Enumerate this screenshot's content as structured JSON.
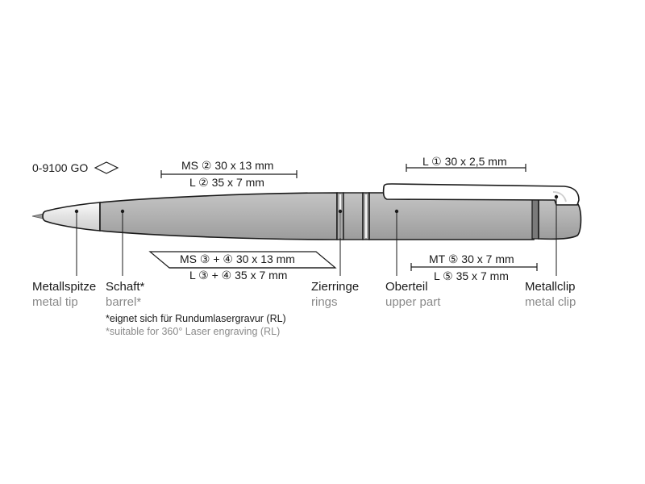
{
  "model": "0-9100 GO",
  "symbols": {
    "diamond": "diamond-icon"
  },
  "dimensions": {
    "clip_top": "L ① 30 x 2,5 mm",
    "barrel_ms_top": "MS ② 30 x 13 mm",
    "barrel_l_top": "L ② 35 x 7 mm",
    "barrel_ms_bottom": "MS ③ + ④ 30 x 13 mm",
    "barrel_l_bottom": "L ③ + ④ 35 x 7 mm",
    "upper_mt": "MT ⑤ 30 x 7 mm",
    "upper_l": "L ⑤ 35 x 7 mm"
  },
  "parts": {
    "tip": {
      "de": "Metallspitze",
      "en": "metal tip"
    },
    "barrel": {
      "de": "Schaft*",
      "en": "barrel*"
    },
    "rings": {
      "de": "Zierringe",
      "en": "rings"
    },
    "upper": {
      "de": "Oberteil",
      "en": "upper part"
    },
    "clip": {
      "de": "Metallclip",
      "en": "metal clip"
    }
  },
  "notes": {
    "de": "*eignet sich für Rundumlasergravur (RL)",
    "en": "*suitable for 360° Laser engraving (RL)"
  },
  "colors": {
    "pen_body": "#b0b0b0",
    "outline": "#1a1a1a",
    "metal": "#e6e6e6",
    "secondary_text": "#8a8a8a"
  }
}
